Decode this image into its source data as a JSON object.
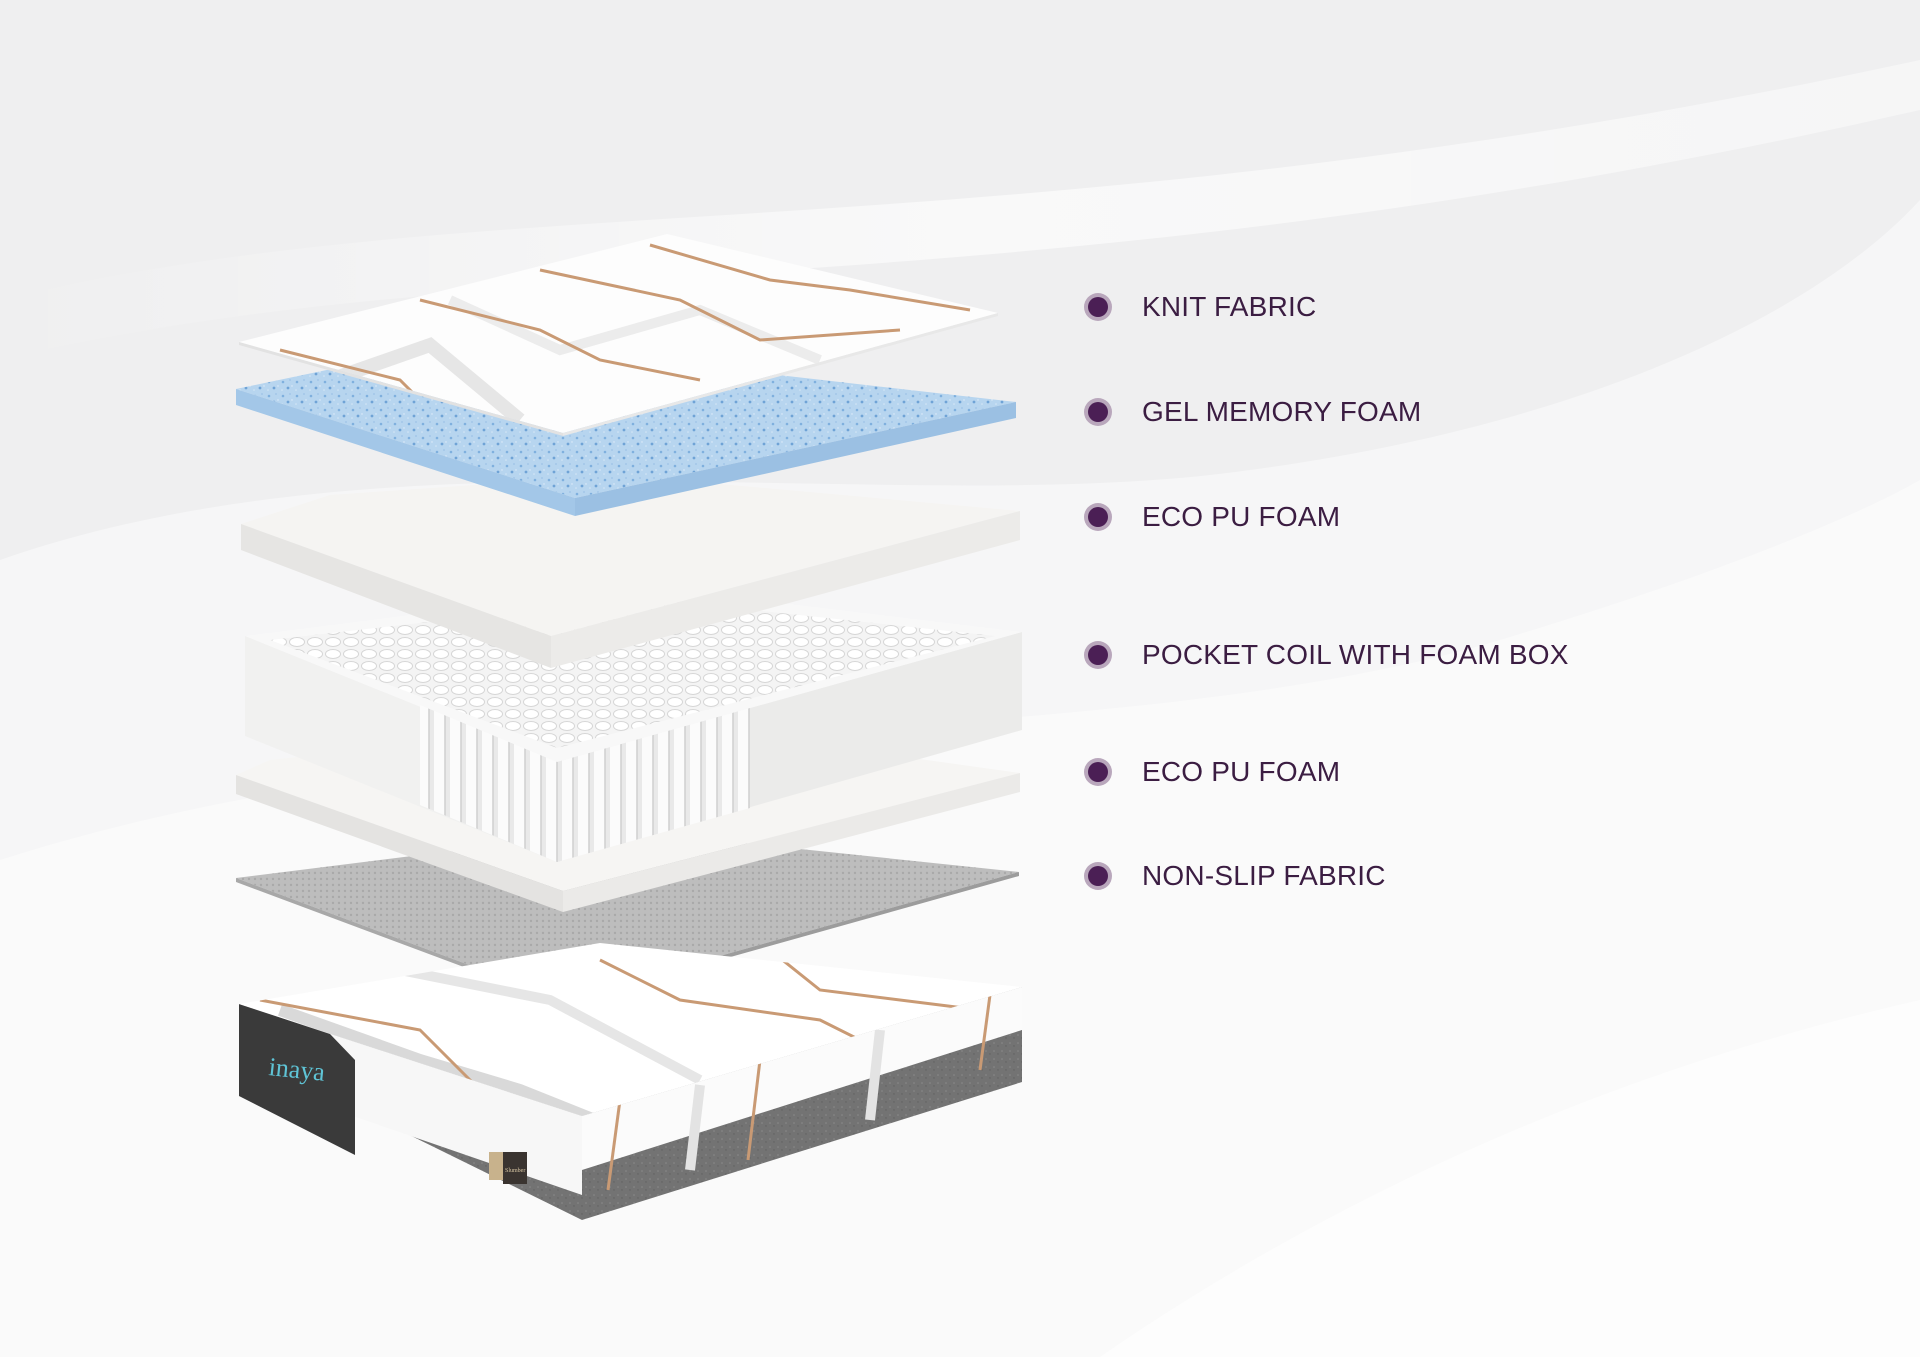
{
  "colors": {
    "background": "#f1f1f2",
    "label_text": "#3b1d42",
    "bullet_inner": "#4b1f55",
    "bullet_ring": "#b9a7bc",
    "accent_line": "#c99a74",
    "gel_foam": "#b4d3ef",
    "foam": "#f3f2f0",
    "non_slip": "#b9b9b9",
    "mattress_band": "#6e6e6e",
    "logo_panel": "#3a3a3a",
    "logo_text": "#5fc4d6"
  },
  "layers": [
    {
      "id": "knit-fabric",
      "label": "KNIT FABRIC"
    },
    {
      "id": "gel-memory-foam",
      "label": "GEL MEMORY FOAM"
    },
    {
      "id": "eco-pu-foam-top",
      "label": "ECO PU FOAM"
    },
    {
      "id": "pocket-coil",
      "label": "POCKET COIL WITH FOAM BOX"
    },
    {
      "id": "eco-pu-foam-bottom",
      "label": "ECO PU FOAM"
    },
    {
      "id": "non-slip-fabric",
      "label": "NON-SLIP FABRIC"
    }
  ],
  "mattress": {
    "brand_logo": "inaya",
    "tag_label": "Slumber"
  }
}
